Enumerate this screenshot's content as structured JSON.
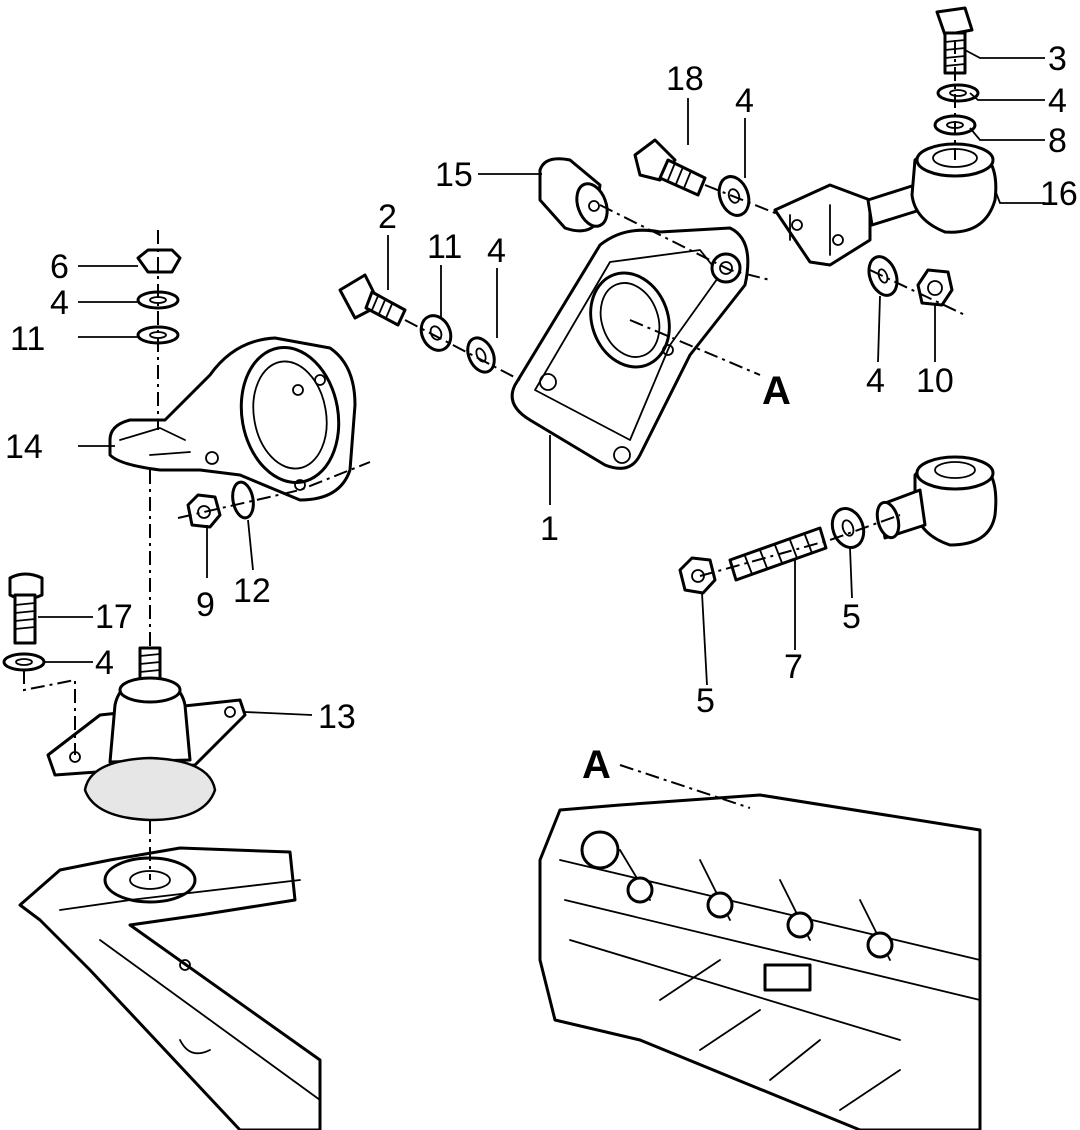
{
  "labels": {
    "l1": "1",
    "l2": "2",
    "l3": "3",
    "l4a": "4",
    "l4b": "4",
    "l4c": "4",
    "l4d": "4",
    "l4e": "4",
    "l4f": "4",
    "l5a": "5",
    "l5b": "5",
    "l6": "6",
    "l7": "7",
    "l8": "8",
    "l9": "9",
    "l10": "10",
    "l11a": "11",
    "l11b": "11",
    "l12": "12",
    "l13": "13",
    "l14": "14",
    "l15": "15",
    "l16": "16",
    "l17": "17",
    "l18": "18",
    "A_top": "A",
    "A_bottom": "A"
  }
}
